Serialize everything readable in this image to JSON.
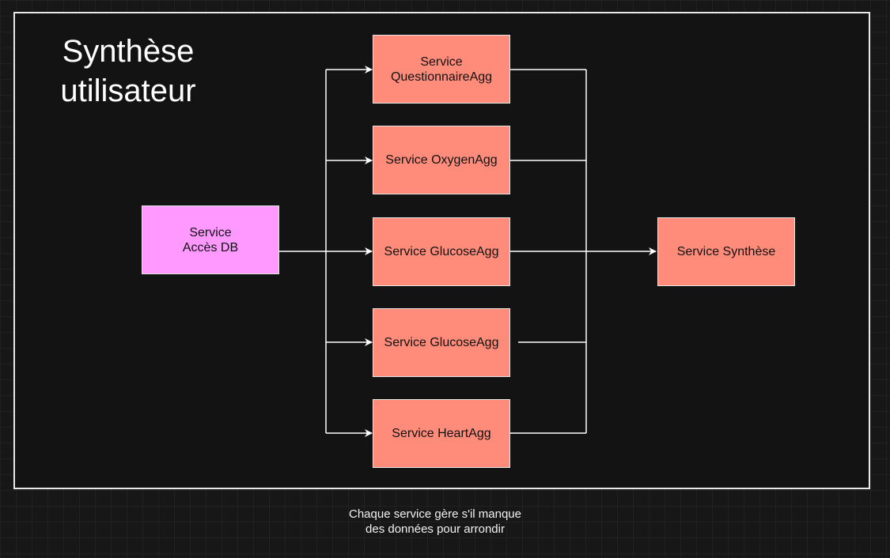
{
  "diagram": {
    "title": "Synthèse utilisateur",
    "nodes": {
      "db": "Service\nAccès DB",
      "questionnaire": "Service\nQuestionnaireAgg",
      "oxygen": "Service OxygenAgg",
      "glucose1": "Service GlucoseAgg",
      "glucose2": "Service GlucoseAgg",
      "heart": "Service HeartAgg",
      "synthese": "Service Synthèse"
    },
    "note": "Chaque service gère s'il manque des données pour arrondir"
  },
  "colors": {
    "background": "#171717",
    "frame_fill": "#131313",
    "frame_border": "#e8e8e8",
    "service_fill": "#ff8c7a",
    "db_fill": "#ff99ff",
    "connector": "#ffffff"
  }
}
